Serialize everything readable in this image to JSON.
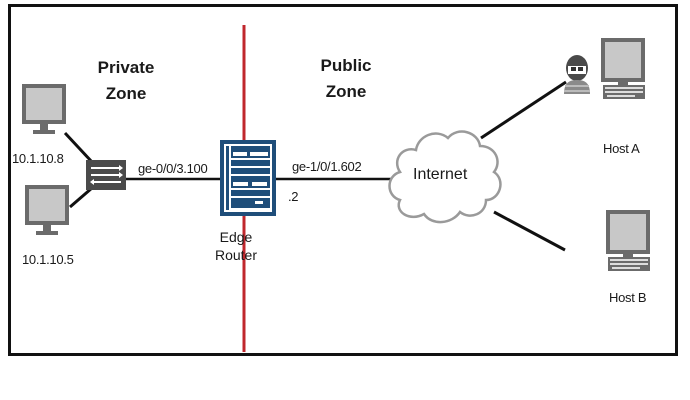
{
  "diagram": {
    "zones": {
      "private": {
        "line1": "Private",
        "line2": "Zone"
      },
      "public": {
        "line1": "Public",
        "line2": "Zone"
      }
    },
    "hosts": {
      "private_host_1": {
        "ip": "10.1.10.8"
      },
      "private_host_2": {
        "ip": "10.1.10.5"
      },
      "host_a": {
        "label": "Host A"
      },
      "host_b": {
        "label": "Host B"
      }
    },
    "router": {
      "line1": "Edge",
      "line2": "Router"
    },
    "interfaces": {
      "inside": "ge-0/0/3.100",
      "outside": "ge-1/0/1.602",
      "outside_host": ".2"
    },
    "cloud": {
      "label": "Internet"
    },
    "colors": {
      "zone_divider": "#c0272d",
      "router_fill": "#1f4e7a",
      "device_gray": "#6b6b6b",
      "screen_gray": "#c8c8c8",
      "switch_fill": "#4a4a4a",
      "cloud_stroke": "#9a9a9a"
    }
  }
}
